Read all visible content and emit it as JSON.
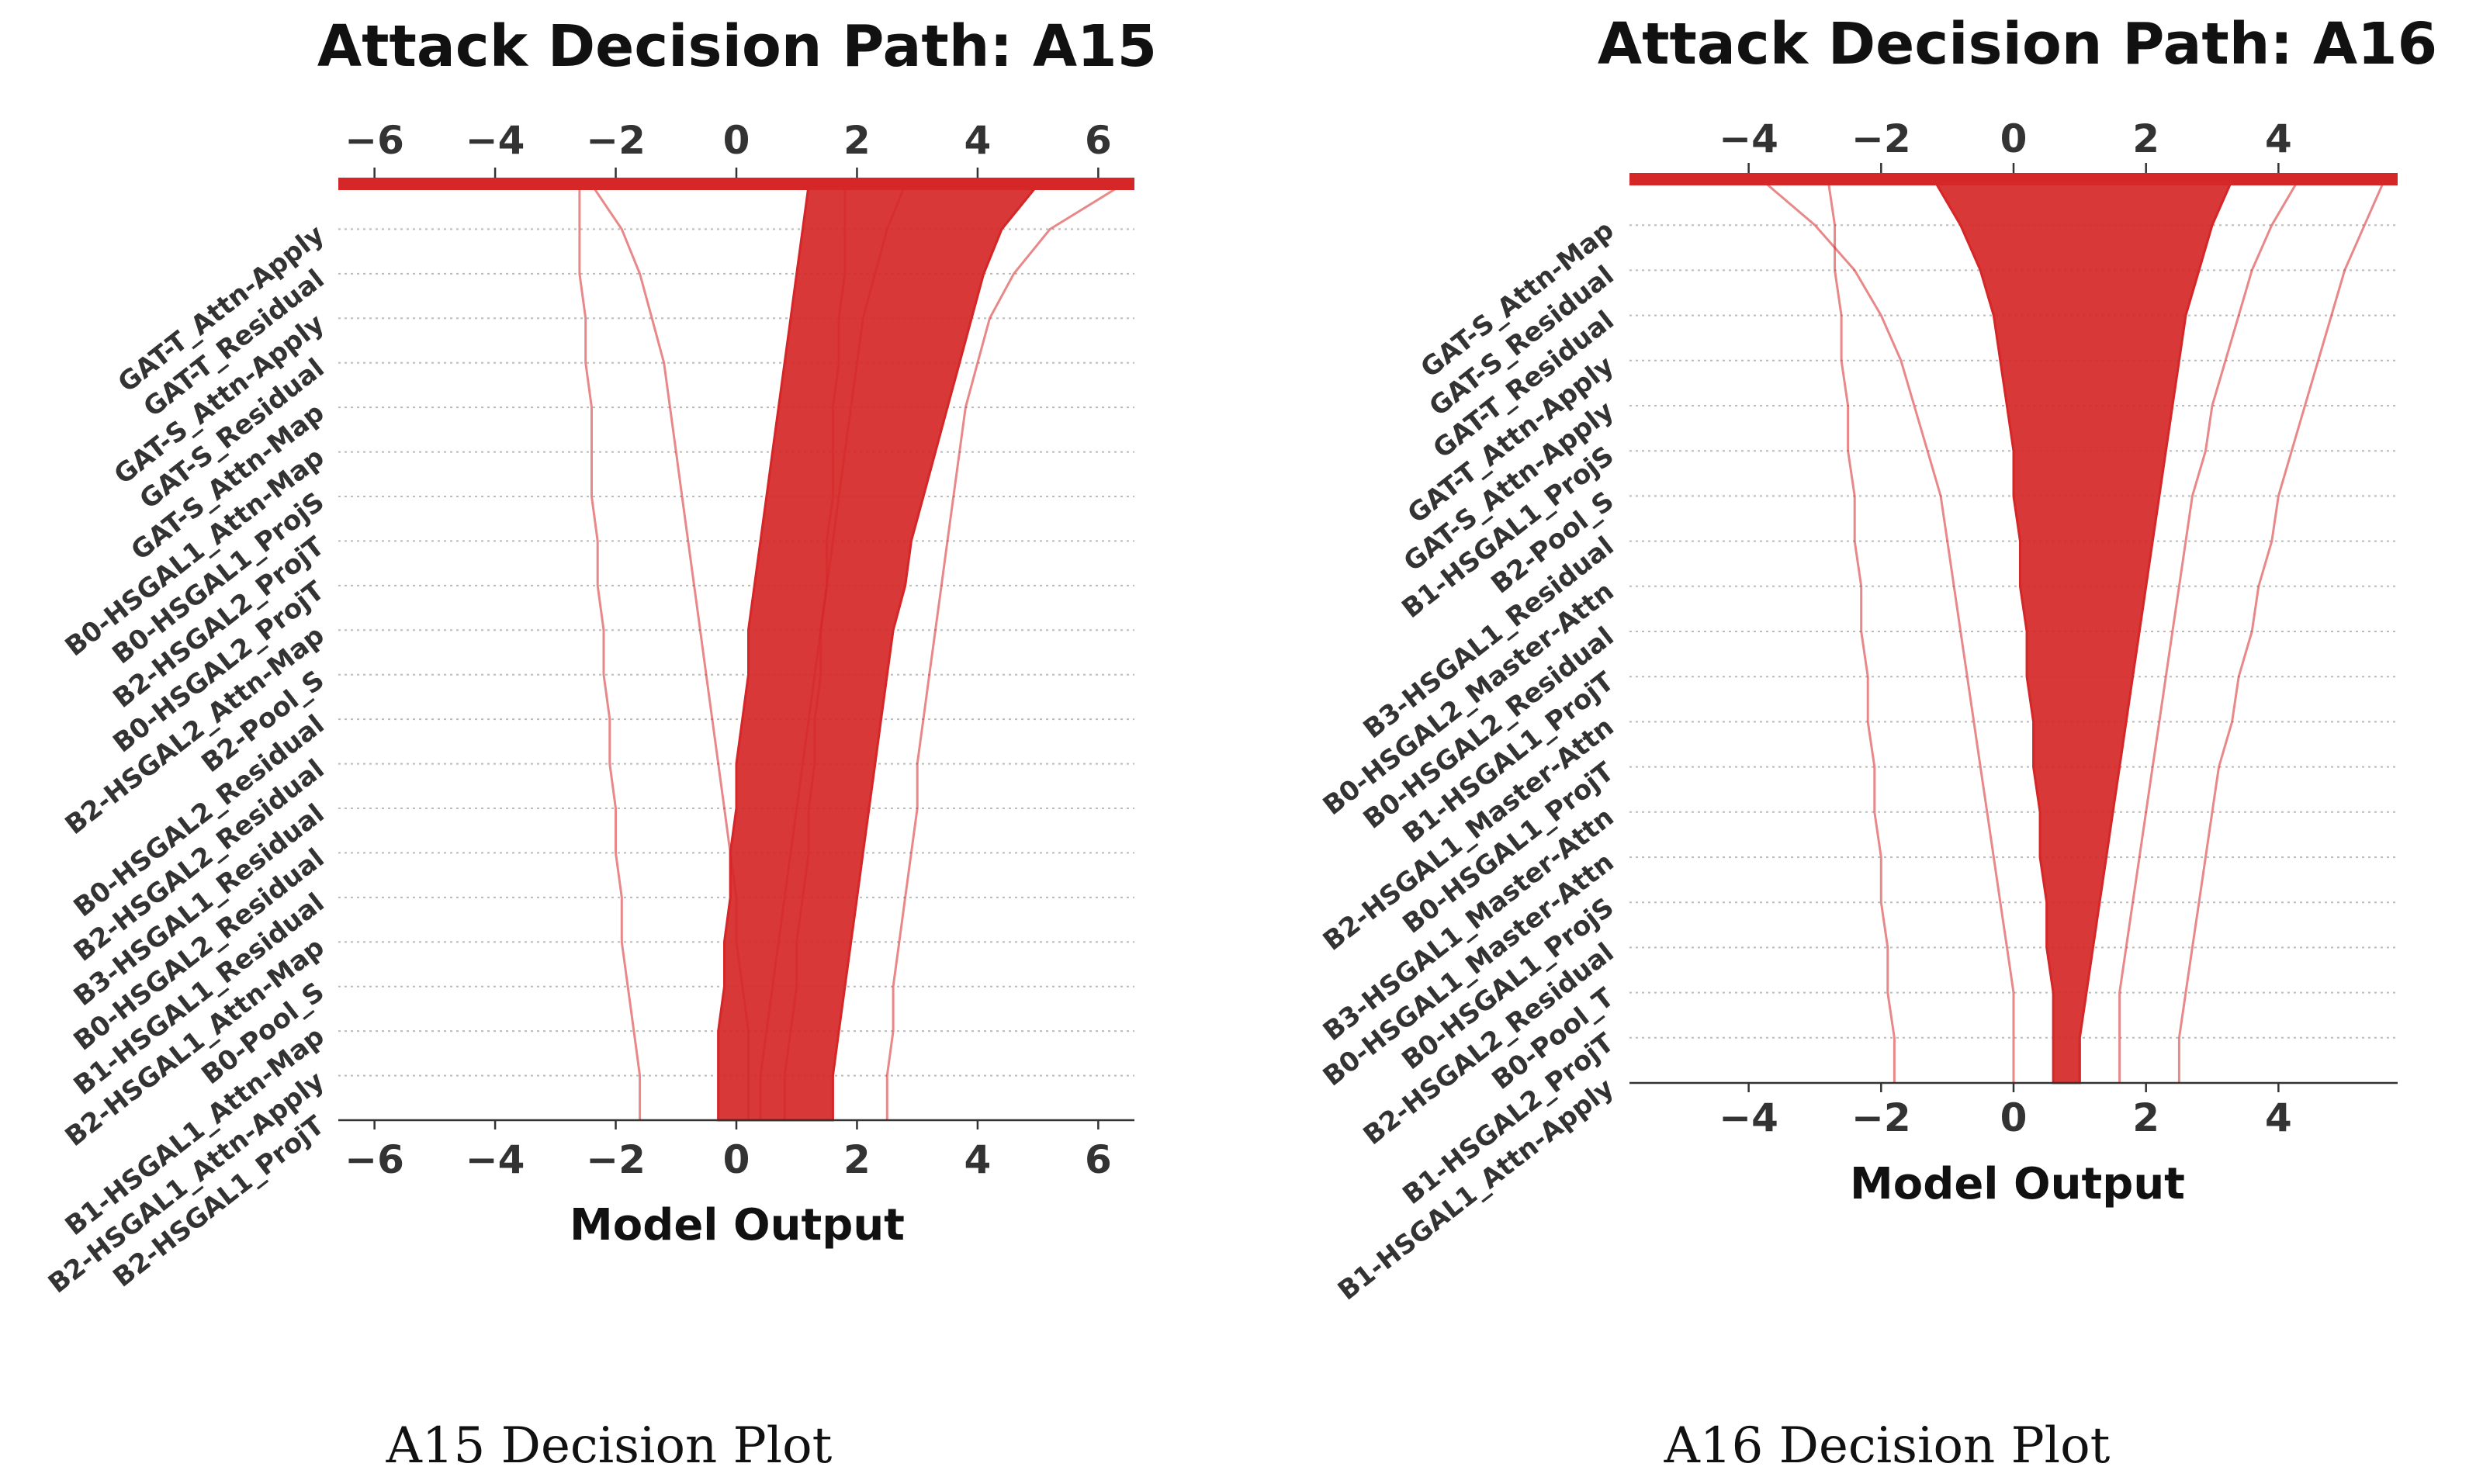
{
  "captions": [
    "A15 Decision Plot",
    "A16 Decision Plot"
  ],
  "colors": {
    "line": "#d62728",
    "grid": "#bbbbbb",
    "axis": "#333333"
  },
  "chart_data": [
    {
      "type": "line",
      "title": "Attack Decision Path: A15",
      "xlabel": "Model Output",
      "ylabel": "",
      "xlim": [
        -6.6,
        6.6
      ],
      "xticks": [
        -6,
        -4,
        -2,
        0,
        2,
        4,
        6
      ],
      "xtick_labels": [
        "−6",
        "−4",
        "−2",
        "0",
        "2",
        "4",
        "6"
      ],
      "top_axis": true,
      "features_top_to_bottom": [
        "GAT-T_Attn-Apply",
        "GAT-T_Residual",
        "GAT-S_Attn-Apply",
        "GAT-S_Residual",
        "GAT-S_Attn-Map",
        "B0-HSGAL1_Attn-Map",
        "B0-HSGAL1_ProjS",
        "B2-HSGAL2_ProjT",
        "B0-HSGAL2_ProjT",
        "B2-HSGAL2_Attn-Map",
        "B2-Pool_S",
        "B0-HSGAL2_Residual",
        "B2-HSGAL2_Residual",
        "B3-HSGAL1_Residual",
        "B0-HSGAL2_Residual",
        "B1-HSGAL1_Residual",
        "B2-HSGAL1_Attn-Map",
        "B0-Pool_S",
        "B1-HSGAL1_Attn-Map",
        "B2-HSGAL1_Attn-Apply",
        "B2-HSGAL1_ProjT"
      ],
      "series": [
        {
          "values": [
            0.8,
            0.8,
            0.9,
            1.0,
            1.0,
            1.1,
            1.2,
            1.2,
            1.3,
            1.3,
            1.4,
            1.4,
            1.5,
            1.5,
            1.6,
            1.6,
            1.6,
            1.7,
            1.7,
            1.8,
            1.8,
            1.8
          ]
        },
        {
          "values": [
            -1.6,
            -1.6,
            -1.7,
            -1.8,
            -1.9,
            -1.9,
            -2.0,
            -2.0,
            -2.1,
            -2.1,
            -2.2,
            -2.2,
            -2.3,
            -2.3,
            -2.4,
            -2.4,
            -2.4,
            -2.5,
            -2.5,
            -2.6,
            -2.6,
            -2.6
          ]
        },
        {
          "values": [
            -0.3,
            -0.3,
            -0.3,
            -0.2,
            -0.2,
            -0.1,
            -0.1,
            0.0,
            0.0,
            0.1,
            0.2,
            0.2,
            0.3,
            0.4,
            0.5,
            0.6,
            0.7,
            0.8,
            0.9,
            1.0,
            1.1,
            1.2
          ]
        },
        {
          "values": [
            2.5,
            2.5,
            2.6,
            2.6,
            2.7,
            2.8,
            2.9,
            3.0,
            3.0,
            3.1,
            3.2,
            3.3,
            3.4,
            3.5,
            3.6,
            3.7,
            3.8,
            4.0,
            4.2,
            4.6,
            5.2,
            6.4
          ]
        },
        {
          "values": [
            1.6,
            1.6,
            1.7,
            1.8,
            1.9,
            2.0,
            2.1,
            2.2,
            2.3,
            2.4,
            2.5,
            2.6,
            2.8,
            2.9,
            3.1,
            3.3,
            3.5,
            3.7,
            3.9,
            4.1,
            4.4,
            5.0
          ]
        },
        {
          "values": [
            0.2,
            0.2,
            0.2,
            0.1,
            0.0,
            0.0,
            -0.1,
            -0.2,
            -0.3,
            -0.4,
            -0.5,
            -0.6,
            -0.7,
            -0.8,
            -0.9,
            -1.0,
            -1.1,
            -1.2,
            -1.4,
            -1.6,
            -1.9,
            -2.4
          ]
        },
        {
          "values": [
            0.4,
            0.4,
            0.5,
            0.6,
            0.7,
            0.8,
            0.9,
            1.0,
            1.1,
            1.2,
            1.3,
            1.4,
            1.5,
            1.6,
            1.7,
            1.8,
            1.9,
            2.0,
            2.1,
            2.3,
            2.5,
            2.8
          ]
        }
      ]
    },
    {
      "type": "line",
      "title": "Attack Decision Path: A16",
      "xlabel": "Model Output",
      "ylabel": "",
      "xlim": [
        -5.8,
        5.8
      ],
      "xticks": [
        -4,
        -2,
        0,
        2,
        4
      ],
      "xtick_labels": [
        "−4",
        "−2",
        "0",
        "2",
        "4"
      ],
      "top_axis": true,
      "features_top_to_bottom": [
        "GAT-S_Attn-Map",
        "GAT-S_Residual",
        "GAT-T_Residual",
        "GAT-T_Attn-Apply",
        "GAT-S_Attn-Apply",
        "B1-HSGAL1_ProjS",
        "B2-Pool_S",
        "B3-HSGAL1_Residual",
        "B0-HSGAL2_Master-Attn",
        "B0-HSGAL2_Residual",
        "B1-HSGAL1_ProjT",
        "B2-HSGAL1_Master-Attn",
        "B0-HSGAL1_ProjT",
        "B3-HSGAL1_Master-Attn",
        "B0-HSGAL1_Master-Attn",
        "B0-HSGAL1_ProjS",
        "B2-HSGAL2_Residual",
        "B0-Pool_T",
        "B1-HSGAL2_ProjT",
        "B1-HSGAL1_Attn-Apply"
      ],
      "series": [
        {
          "values": [
            1.6,
            1.6,
            1.6,
            1.7,
            1.8,
            1.9,
            2.0,
            2.1,
            2.2,
            2.3,
            2.4,
            2.5,
            2.6,
            2.7,
            2.9,
            3.0,
            3.2,
            3.4,
            3.6,
            3.9,
            4.3
          ]
        },
        {
          "values": [
            -1.8,
            -1.8,
            -1.9,
            -1.9,
            -2.0,
            -2.0,
            -2.1,
            -2.1,
            -2.2,
            -2.2,
            -2.3,
            -2.3,
            -2.4,
            -2.4,
            -2.5,
            -2.5,
            -2.6,
            -2.6,
            -2.7,
            -2.7,
            -2.8
          ]
        },
        {
          "values": [
            0.6,
            0.6,
            0.6,
            0.5,
            0.5,
            0.4,
            0.4,
            0.3,
            0.3,
            0.2,
            0.2,
            0.1,
            0.1,
            0.0,
            0.0,
            -0.1,
            -0.2,
            -0.3,
            -0.5,
            -0.8,
            -1.2
          ]
        },
        {
          "values": [
            2.5,
            2.5,
            2.6,
            2.7,
            2.8,
            2.9,
            3.0,
            3.1,
            3.3,
            3.4,
            3.6,
            3.7,
            3.9,
            4.0,
            4.2,
            4.4,
            4.6,
            4.8,
            5.0,
            5.3,
            5.6
          ]
        },
        {
          "values": [
            1.0,
            1.0,
            1.1,
            1.2,
            1.3,
            1.4,
            1.5,
            1.6,
            1.7,
            1.8,
            1.9,
            2.0,
            2.1,
            2.2,
            2.3,
            2.4,
            2.5,
            2.6,
            2.8,
            3.0,
            3.3
          ]
        },
        {
          "values": [
            0.0,
            0.0,
            0.0,
            -0.1,
            -0.2,
            -0.3,
            -0.4,
            -0.5,
            -0.6,
            -0.7,
            -0.8,
            -0.9,
            -1.0,
            -1.1,
            -1.3,
            -1.5,
            -1.7,
            -2.0,
            -2.4,
            -3.0,
            -3.8
          ]
        }
      ]
    }
  ]
}
